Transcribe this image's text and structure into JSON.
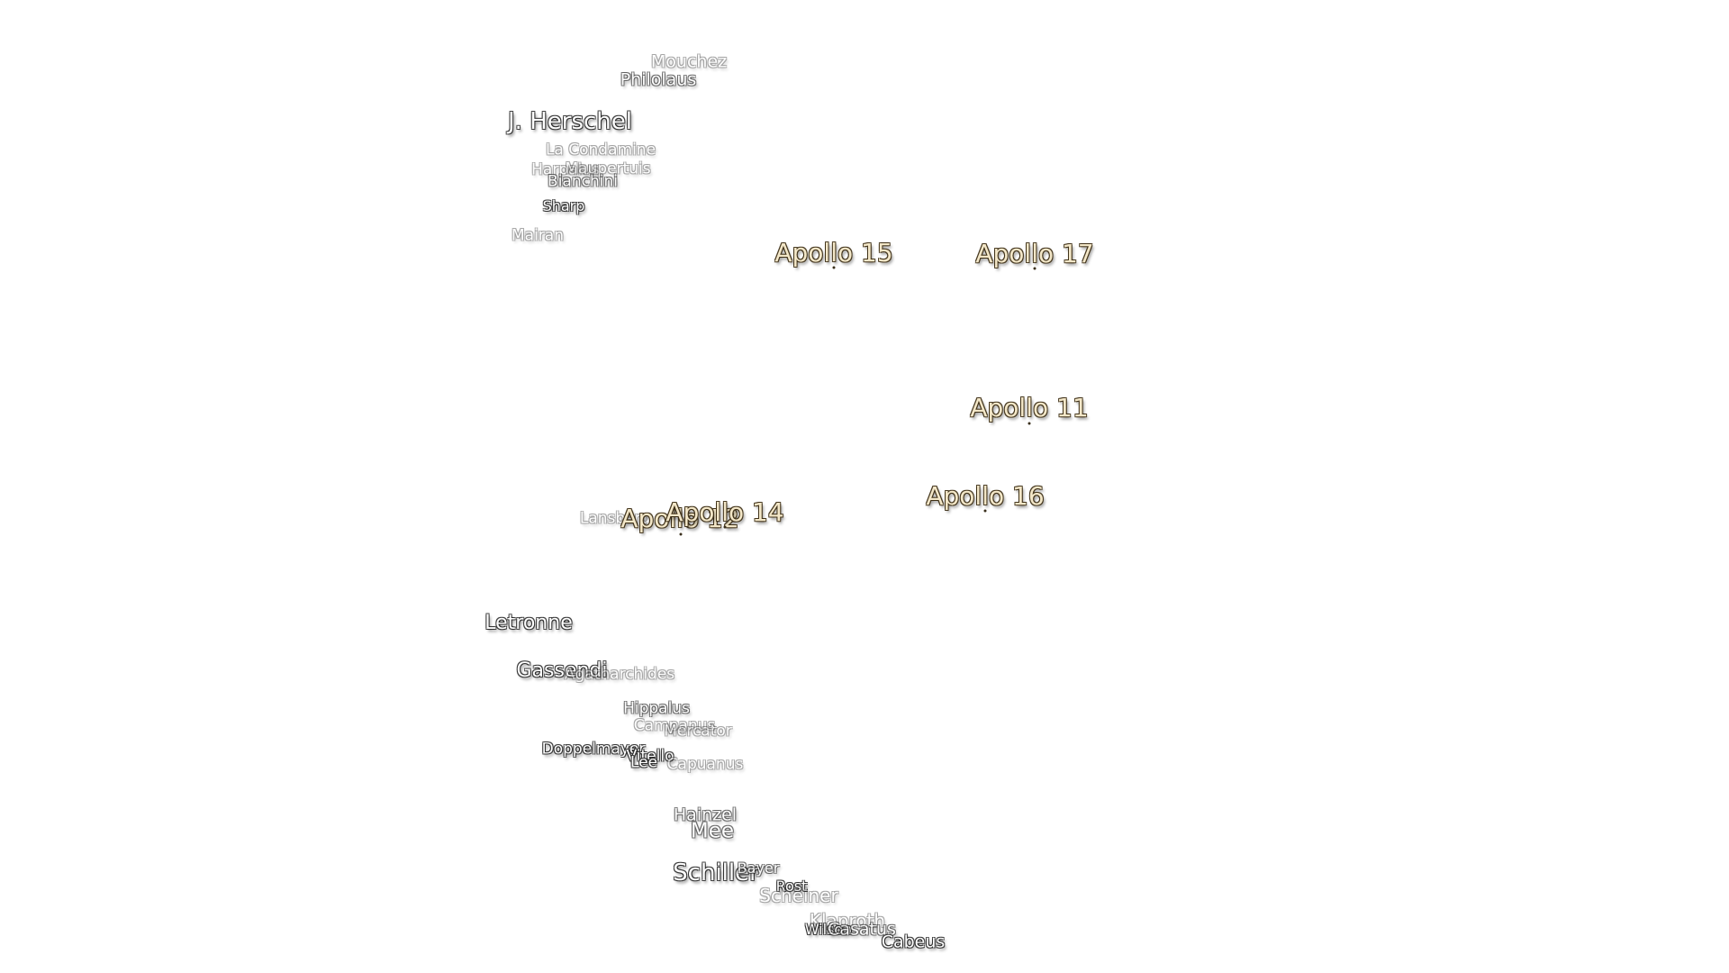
{
  "map": {
    "craters": [
      {
        "name": "Mouchez"
      },
      {
        "name": "Philolaus"
      },
      {
        "name": "J. Herschel"
      },
      {
        "name": "La Condamine"
      },
      {
        "name": "Harpalus"
      },
      {
        "name": "Maupertuis"
      },
      {
        "name": "Bianchini"
      },
      {
        "name": "Sharp"
      },
      {
        "name": "Mairan"
      },
      {
        "name": "Lansberg"
      },
      {
        "name": "Letronne"
      },
      {
        "name": "Gassendi"
      },
      {
        "name": "Agatharchides"
      },
      {
        "name": "Hippalus"
      },
      {
        "name": "Campanus"
      },
      {
        "name": "Mercator"
      },
      {
        "name": "Doppelmayer"
      },
      {
        "name": "Vitello"
      },
      {
        "name": "Lee"
      },
      {
        "name": "Capuanus"
      },
      {
        "name": "Hainzel"
      },
      {
        "name": "Mee"
      },
      {
        "name": "Schiller"
      },
      {
        "name": "Bayer"
      },
      {
        "name": "Rost"
      },
      {
        "name": "Scheiner"
      },
      {
        "name": "Klaproth"
      },
      {
        "name": "Wilson"
      },
      {
        "name": "Casatus"
      },
      {
        "name": "Cabeus"
      }
    ],
    "landing_sites": [
      {
        "name": "Apollo 15"
      },
      {
        "name": "Apollo 17"
      },
      {
        "name": "Apollo 11"
      },
      {
        "name": "Apollo 16"
      },
      {
        "name": "Apollo 12"
      },
      {
        "name": "Apollo 14"
      }
    ]
  }
}
